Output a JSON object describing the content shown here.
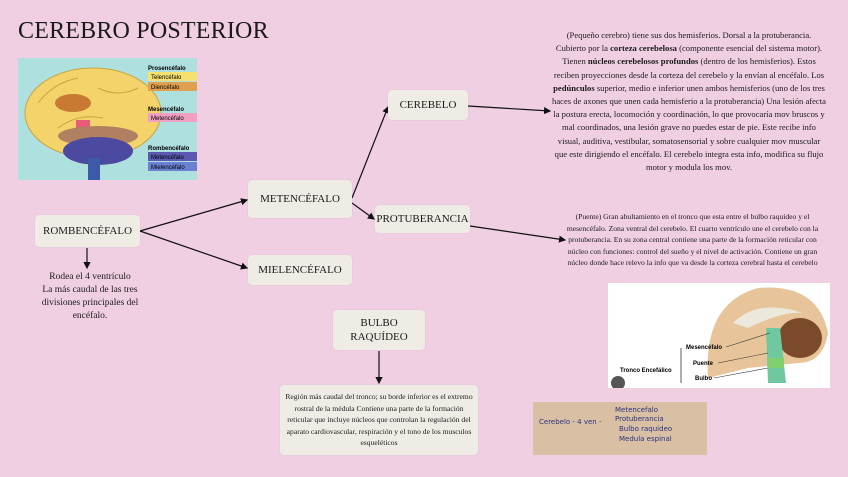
{
  "title": "CEREBRO POSTERIOR",
  "brain_figure": {
    "labels": [
      "Prosencéfalo",
      "Telencéfalo",
      "Diencéfalo",
      "Mesencéfalo",
      "Metencéfalo",
      "Rombencéfalo",
      "Metencéfalo",
      "Mielencéfalo"
    ]
  },
  "nodes": {
    "rombencefalo": "ROMBENCÉFALO",
    "metencefalo": "METENCÉFALO",
    "mielencefalo": "MIELENCÉFALO",
    "cerebelo": "CEREBELO",
    "protuberancia": "PROTUBERANCIA",
    "bulbo_1": "BULBO",
    "bulbo_2": "RAQUÍDEO"
  },
  "rombencefalo_desc": [
    "Rodea el 4 ventrículo",
    "La más caudal de las tres",
    "divisiones principales del",
    "encéfalo."
  ],
  "cerebelo_desc": {
    "p1": "(Pequeño cerebro) tiene sus dos hemisferios. Dorsal a la protuberancia. Cubierto por la ",
    "b1": "corteza cerebelosa",
    "p2": " (componente esencial del sistema motor). Tienen ",
    "b2": "núcleos cerebelosos profundos",
    "p3": " (dentro de los hemisferios). Estos reciben proyecciones desde la corteza del cerebelo y la envían al encéfalo. Los ",
    "b3": "pedúnculos",
    "p4": " superior, medio e inferior unen ambos hemisferios (uno de los tres haces de axones que unen cada hemisferio a la protuberancia) Una lesión afecta la postura erecta, locomoción y coordinación, lo que provocaría mov bruscos y mal coordinados, una lesión grave no puedes estar de pie. Este recibe info visual, auditiva, vestibular, somatosensorial y sobre cualquier mov muscular que este dirigiendo el encéfalo. El cerebelo integra esta info, modifica su flujo motor y modula los mov."
  },
  "protuberancia_desc": "(Puente) Gran abultamiento en el tronco que esta entre el bulbo raquídeo y el mesencéfalo. Zona ventral del cerebelo. El cuarto ventrículo une el cerebelo con la protuberancia. En su zona central contiene una parte de la formación reticular con núcleo con funciones: control del sueño y el nivel de activación. Contiene un gran núcleo donde hace relevo la info que va desde la corteza cerebral hasta el cerebelo",
  "bulbo_desc": "Región más caudal del tronco; su borde inferior es el extremo rostral de la médula Contiene una parte de la formación reticular que incluye núcleos que controlan la regulación del aparato cardiovascular, respiración y el tono de los musculos esqueléticos",
  "brainstem_figure": {
    "labels": [
      "Mesencéfalo",
      "Puente",
      "Bulbo",
      "Tronco Encefálico"
    ]
  },
  "handwritten_note": [
    "Cerebelo - 4 ven -",
    "Metencefalo",
    "Protuberancia",
    "Bulbo raquideo",
    "Medula espinal"
  ],
  "colors": {
    "background": "#f0cfe3",
    "box": "#efece6"
  }
}
